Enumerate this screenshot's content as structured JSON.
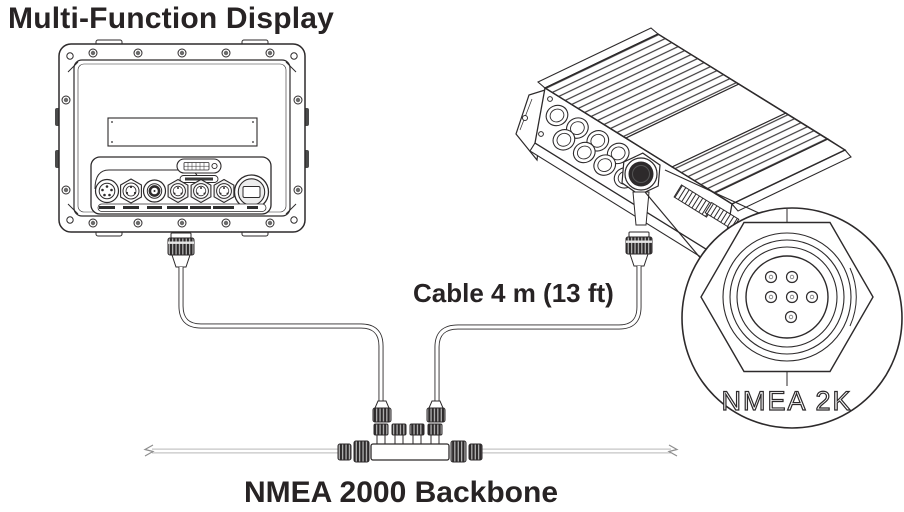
{
  "title": "Multi-Function Display",
  "annotations": {
    "cable_length_label": "Cable 4 m (13 ft)",
    "backbone_label": "NMEA 2000 Backbone",
    "connector_callout_label": "NMEA 2K"
  },
  "diagram": {
    "type": "marine-electronics-wiring-diagram",
    "components": {
      "multi_function_display": {
        "view": "rear",
        "rear_connectors": 7
      },
      "sonar_module": {
        "front_connectors": 8,
        "nmea2k_port": true
      },
      "connector_callout": {
        "label": "NMEA 2K",
        "pins": 6,
        "shape": "hex-nut"
      },
      "backbone_tee": {
        "top_ports": 4,
        "drop_cables_connected": 2
      }
    }
  },
  "colors": {
    "line_art": "#2d2a2b",
    "background": "#ffffff",
    "backbone_cable": "#8e8e8e",
    "text": "#272324"
  }
}
